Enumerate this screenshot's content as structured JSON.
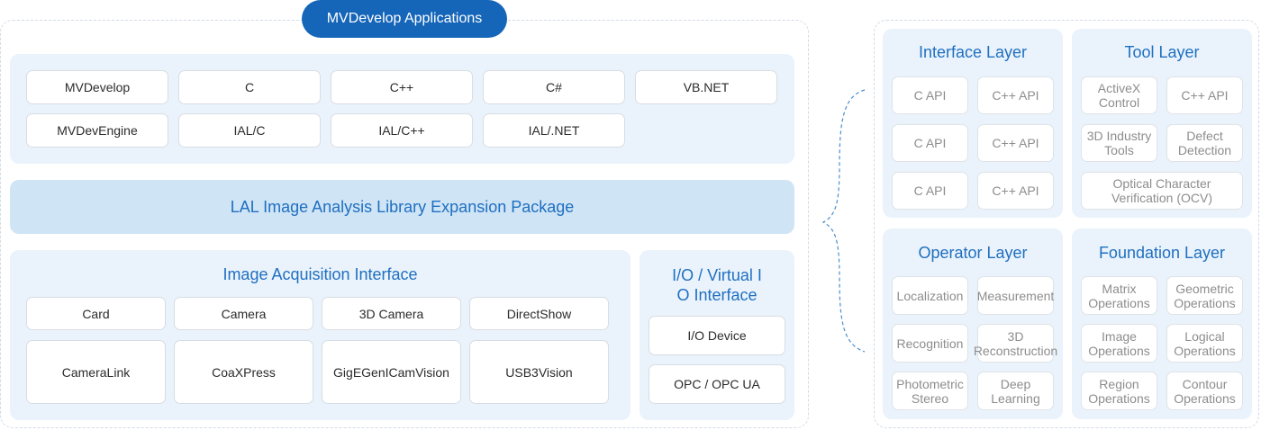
{
  "header": {
    "pill_label": "MVDevelop Applications"
  },
  "languages": {
    "row1": [
      "MVDevelop",
      "C",
      "C++",
      "C#",
      "VB.NET"
    ],
    "row2": [
      "MVDevEngine",
      "IAL/C",
      "IAL/C++",
      "IAL/.NET"
    ]
  },
  "lal": {
    "label": "LAL Image Analysis Library Expansion Package"
  },
  "acquisition": {
    "title": "Image Acquisition Interface",
    "row1": [
      "Card",
      "Camera",
      "3D Camera",
      "DirectShow"
    ],
    "row2": [
      "CameraLink",
      "CoaXPress",
      "GigEGenICamVision",
      "USB3Vision"
    ]
  },
  "io": {
    "title_line1": "I/O / Virtual I",
    "title_line2": "O Interface",
    "items": [
      "I/O Device",
      "OPC / OPC UA"
    ]
  },
  "interface_layer": {
    "title": "Interface Layer",
    "items": [
      "C API",
      "C++ API",
      "C API",
      "C++ API",
      "C API",
      "C++ API"
    ]
  },
  "tool_layer": {
    "title": "Tool Layer",
    "items": [
      "ActiveX\nControl",
      "C++ API",
      "3D Industry\nTools",
      "Defect\nDetection"
    ],
    "wide_item": "Optical Character\nVerification (OCV)"
  },
  "operator_layer": {
    "title": "Operator Layer",
    "items": [
      "Localization",
      "Measurement",
      "Recognition",
      "3D\nReconstruction",
      "Photometric\nStereo",
      "Deep\nLearning"
    ]
  },
  "foundation_layer": {
    "title": "Foundation Layer",
    "items": [
      "Matrix\nOperations",
      "Geometric\nOperations",
      "Image\nOperations",
      "Logical\nOperations",
      "Region\nOperations",
      "Contour\nOperations"
    ]
  },
  "colors": {
    "accent": "#1565b9",
    "title_text": "#1f6fc1",
    "panel_bg": "#eaf3fb",
    "lal_bg": "#cfe4f5"
  }
}
